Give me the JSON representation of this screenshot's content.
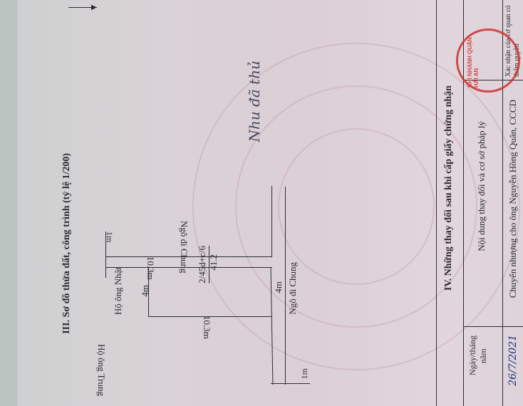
{
  "section3": {
    "title": "III. Sơ đồ thửa đất, công trình (tỷ lệ 1/200)",
    "labels": {
      "neighbor_south": "Hộ ông Trung",
      "neighbor_west": "Hộ ông Nhật",
      "lane_top": "Ngõ đi Chung",
      "lane_right": "Ngõ đi Chung",
      "length_bottom": "10.3m",
      "length_top": "10.3m",
      "width_left": "4m",
      "width_right": "4m",
      "lane_width_top": "1m",
      "lane_width_bottom": "1m",
      "parcel_number": "2/45d+c/6",
      "parcel_area": "41.2"
    },
    "signature": "Nhu đã thủ"
  },
  "section4": {
    "title": "IV. Những thay đổi sau khi cấp giấy chứng nhận",
    "columns": [
      "Ngày/tháng năm",
      "Nội dung thay đổi và cơ sở pháp lý",
      "Xác nhận của cơ quan có thẩm quyền"
    ],
    "rows": [
      {
        "date": "26/7/2021",
        "content": "Chuyển nhượng cho ông Nguyễn Hồng Quân, CCCD"
      }
    ],
    "stamp_text": "CHI NHÁNH QUẬN HẢI AN",
    "stamp_color": "#d0302f"
  }
}
